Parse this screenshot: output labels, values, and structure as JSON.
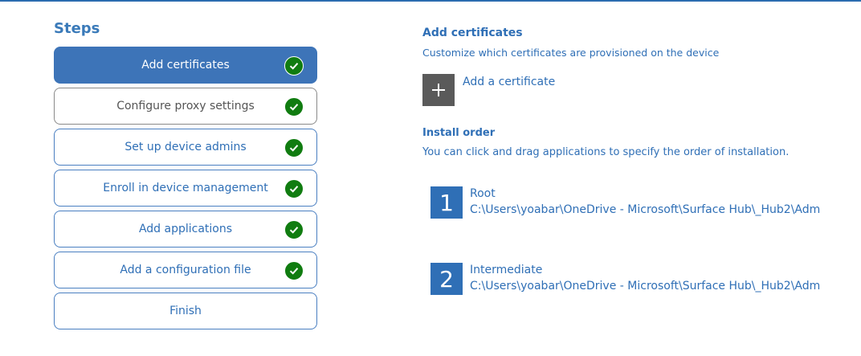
{
  "steps": {
    "title": "Steps",
    "items": [
      {
        "label": "Add certificates",
        "done": true
      },
      {
        "label": "Configure proxy settings",
        "done": true
      },
      {
        "label": "Set up device admins",
        "done": true
      },
      {
        "label": "Enroll in device management",
        "done": true
      },
      {
        "label": "Add applications",
        "done": true
      },
      {
        "label": "Add a configuration file",
        "done": true
      },
      {
        "label": "Finish",
        "done": false
      }
    ]
  },
  "main": {
    "title": "Add certificates",
    "subtitle": "Customize which certificates are provisioned on the device",
    "add_certificate_label": "Add a certificate",
    "install_order": {
      "title": "Install order",
      "description": "You can click and drag applications to specify the order of installation.",
      "items": [
        {
          "number": "1",
          "name": "Root",
          "path": "C:\\Users\\yoabar\\OneDrive - Microsoft\\Surface Hub\\_Hub2\\Adm"
        },
        {
          "number": "2",
          "name": "Intermediate",
          "path": "C:\\Users\\yoabar\\OneDrive - Microsoft\\Surface Hub\\_Hub2\\Adm"
        }
      ]
    }
  },
  "icons": {
    "check": "checkmark-circle-icon",
    "add": "plus-icon"
  },
  "colors": {
    "accent": "#3d74b8",
    "text_accent": "#2f6fb6",
    "success": "#107c10",
    "add_button": "#5a5a5a"
  }
}
